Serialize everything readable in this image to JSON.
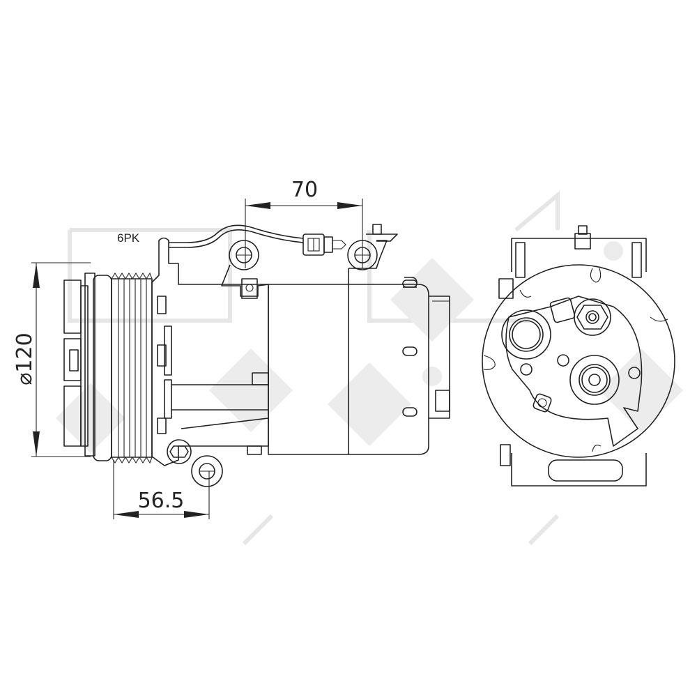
{
  "drawing": {
    "title": "Compressor dimension drawing",
    "labels": {
      "belt_type": "6PK",
      "diameter": "⌀120",
      "top_distance": "70",
      "pulley_offset": "56.5"
    },
    "colors": {
      "line": "#222222",
      "watermark": "#ececec"
    }
  }
}
